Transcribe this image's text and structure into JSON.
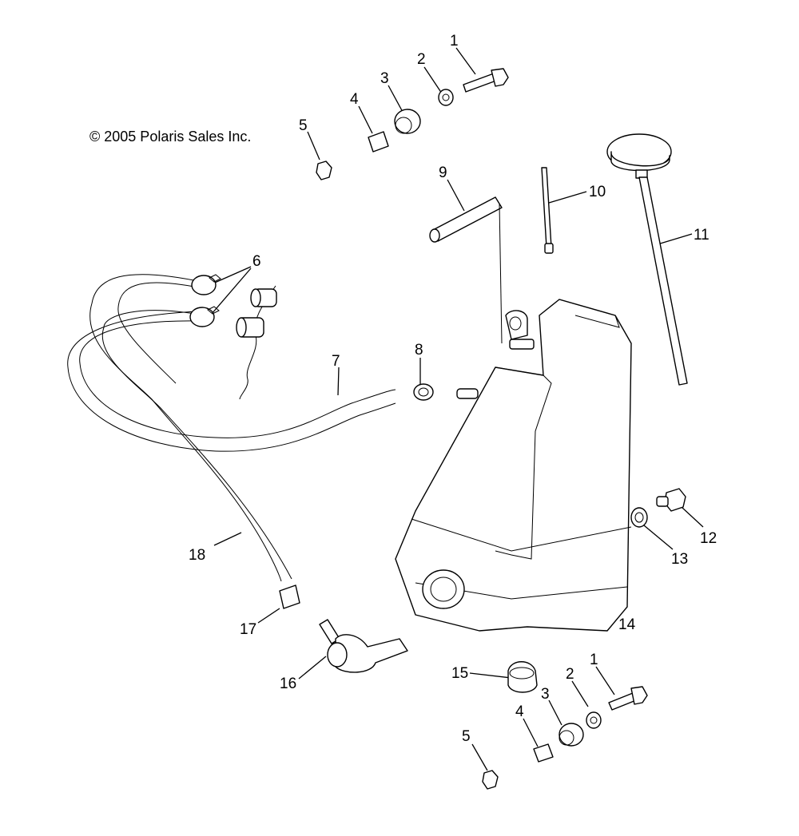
{
  "copyright": "© 2005 Polaris Sales Inc.",
  "callouts": [
    {
      "id": "c1a",
      "label": "1"
    },
    {
      "id": "c2a",
      "label": "2"
    },
    {
      "id": "c3a",
      "label": "3"
    },
    {
      "id": "c4a",
      "label": "4"
    },
    {
      "id": "c5a",
      "label": "5"
    },
    {
      "id": "c6",
      "label": "6"
    },
    {
      "id": "c7",
      "label": "7"
    },
    {
      "id": "c8",
      "label": "8"
    },
    {
      "id": "c9",
      "label": "9"
    },
    {
      "id": "c10",
      "label": "10"
    },
    {
      "id": "c11",
      "label": "11"
    },
    {
      "id": "c12",
      "label": "12"
    },
    {
      "id": "c13",
      "label": "13"
    },
    {
      "id": "c14",
      "label": "14"
    },
    {
      "id": "c15",
      "label": "15"
    },
    {
      "id": "c16",
      "label": "16"
    },
    {
      "id": "c17",
      "label": "17"
    },
    {
      "id": "c18",
      "label": "18"
    },
    {
      "id": "c1b",
      "label": "1"
    },
    {
      "id": "c2b",
      "label": "2"
    },
    {
      "id": "c3b",
      "label": "3"
    },
    {
      "id": "c4b",
      "label": "4"
    },
    {
      "id": "c5b",
      "label": "5"
    }
  ]
}
